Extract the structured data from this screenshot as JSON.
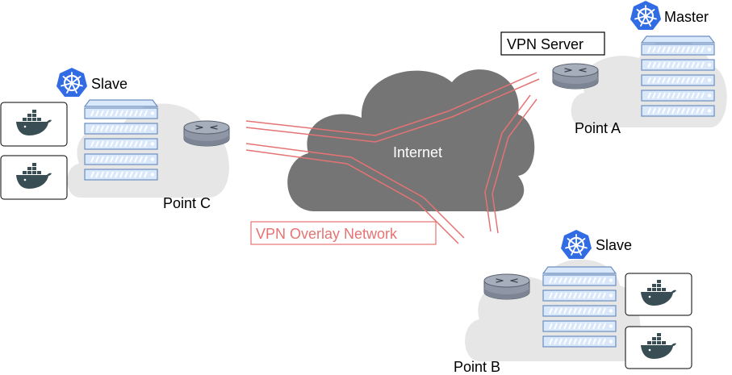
{
  "internet": {
    "label": "Internet"
  },
  "overlay": {
    "label": "VPN Overlay Network"
  },
  "vpn_server": {
    "label": "VPN Server"
  },
  "master": {
    "label": "Master",
    "point": "Point A"
  },
  "slave_c": {
    "label": "Slave",
    "point": "Point C"
  },
  "slave_b": {
    "label": "Slave",
    "point": "Point B"
  },
  "colors": {
    "cloud_dark": "#757575",
    "cloud_light": "#e6e6e6",
    "vpn_line": "#e57373",
    "server_body": "#dae8fc",
    "server_stroke": "#6c8ebf",
    "kube_blue": "#326ce5",
    "docker_dark": "#394d54",
    "router_body": "#a7aebb"
  },
  "icons": [
    "kubernetes-icon",
    "docker-icon",
    "router-icon",
    "server-icon"
  ]
}
